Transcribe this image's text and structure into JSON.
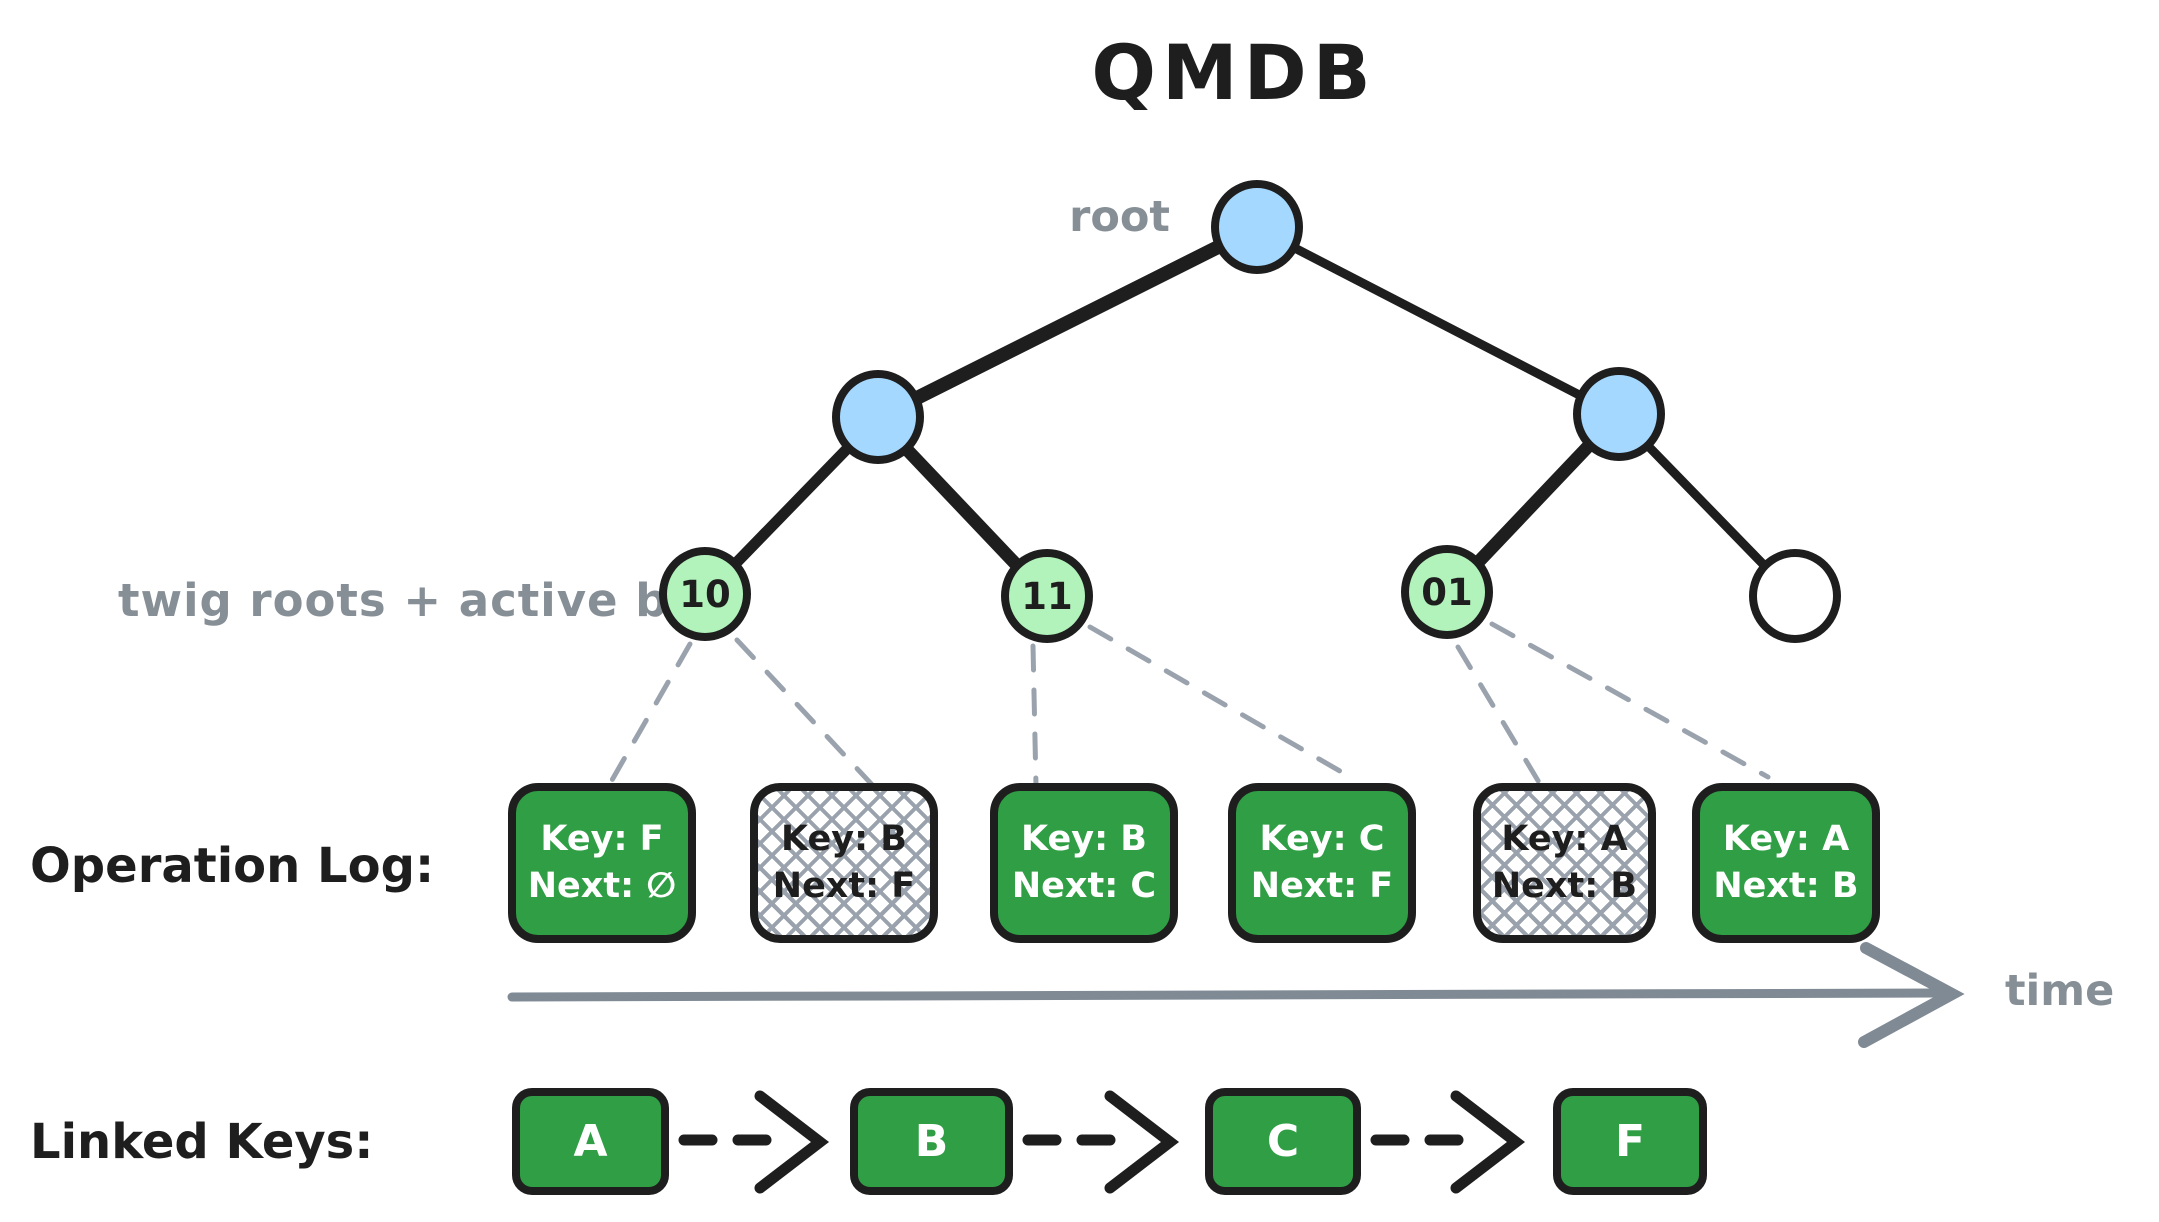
{
  "title": "QMDB",
  "colors": {
    "node_blue": "#a5d8ff",
    "node_light_green": "#b2f2bb",
    "box_green": "#2f9e44",
    "stroke_black": "#1e1e1e",
    "label_gray": "#868e96",
    "arrow_gray": "#7f8a94"
  },
  "tree": {
    "root_label": "root",
    "twig_label": "twig roots + active bits",
    "nodes": [
      {
        "label": "10",
        "type": "twig-active"
      },
      {
        "label": "11",
        "type": "twig-active"
      },
      {
        "label": "01",
        "type": "twig-active"
      },
      {
        "label": "",
        "type": "twig-empty"
      }
    ]
  },
  "operation_log": {
    "label": "Operation Log:",
    "entries": [
      {
        "key": "Key: F",
        "next": "Next: ∅",
        "style": "green"
      },
      {
        "key": "Key: B",
        "next": "Next: F",
        "style": "hatched"
      },
      {
        "key": "Key: B",
        "next": "Next: C",
        "style": "green"
      },
      {
        "key": "Key: C",
        "next": "Next: F",
        "style": "green"
      },
      {
        "key": "Key: A",
        "next": "Next: B",
        "style": "hatched"
      },
      {
        "key": "Key: A",
        "next": "Next: B",
        "style": "green"
      }
    ],
    "time_label": "time"
  },
  "linked_keys": {
    "label": "Linked Keys:",
    "keys": [
      "A",
      "B",
      "C",
      "F"
    ]
  }
}
